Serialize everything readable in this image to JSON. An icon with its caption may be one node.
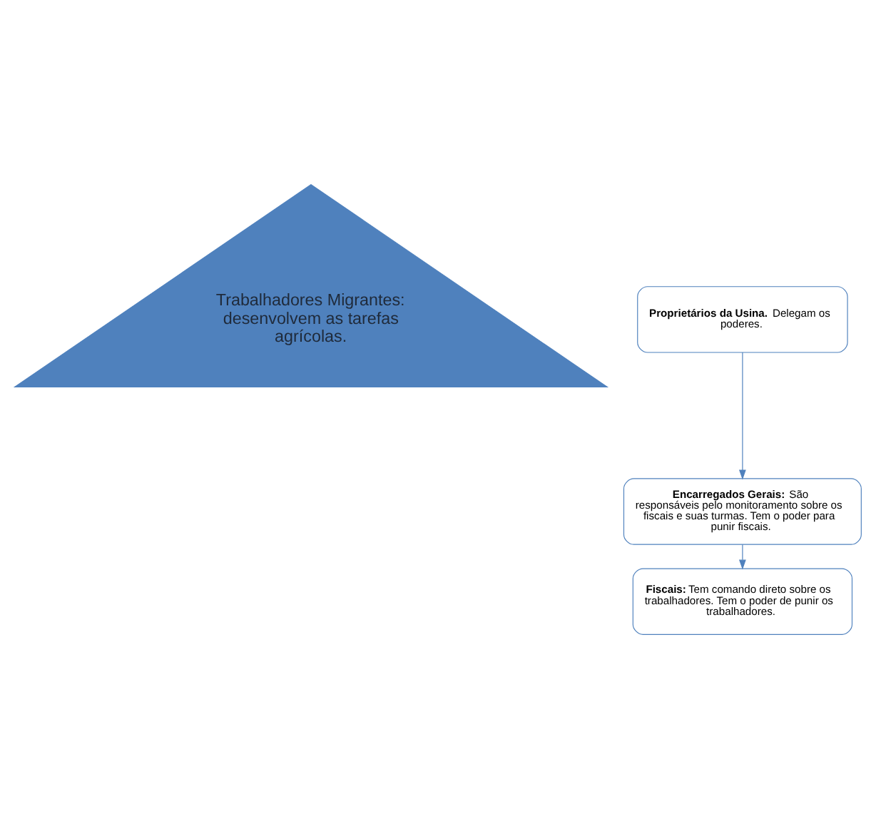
{
  "diagram": {
    "nodes": [
      {
        "text": [
          "Trabalhadores Migrantes: desenvolvem as tarefas agrícolas."
        ]
      },
      {
        "text": [
          "**Proprietários da Usina.** Delegam os poderes."
        ]
      },
      {
        "text": [
          "**Encarregados Gerais:** São responsáveis pelo monitoramento sobre os fiscais e suas turmas. Tem o poder para punir fiscais."
        ]
      },
      {
        "text": [
          "**Fiscais:** Tem comando direto sobre os trabalhadores. Tem o poder de punir os trabalhadores."
        ]
      }
    ],
    "edges": [
      {
        "from": 1,
        "to": 2,
        "arrow": "to"
      },
      {
        "from": 2,
        "to": 3,
        "arrow": "to"
      }
    ]
  }
}
